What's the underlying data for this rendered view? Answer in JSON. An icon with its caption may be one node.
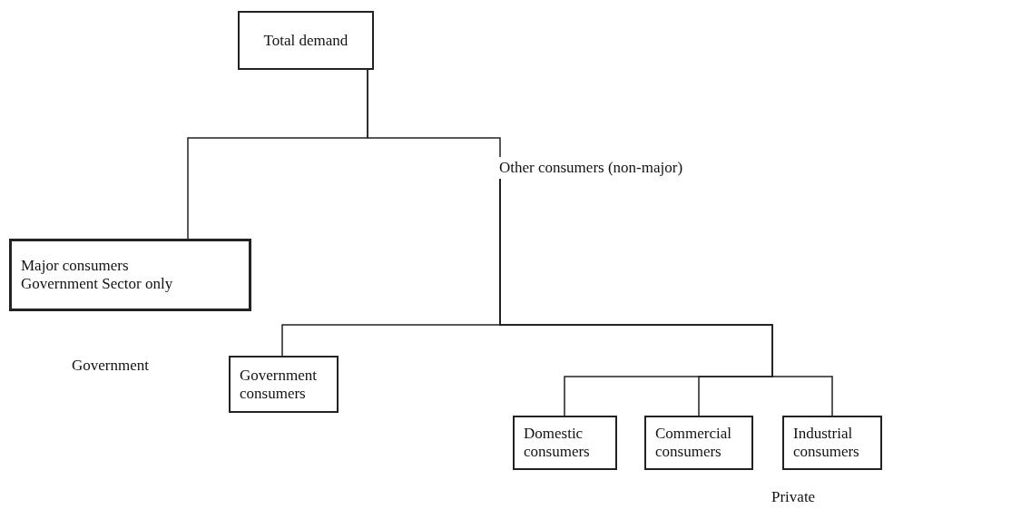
{
  "diagram": {
    "nodes": [
      {
        "text": [
          "Total demand"
        ]
      },
      {
        "text": [
          "Major consumers",
          "Government Sector only"
        ]
      },
      {
        "text": [
          "Other consumers (non-major)"
        ]
      },
      {
        "text": [
          "Government consumers"
        ]
      },
      {
        "text": [
          "Domestic consumers"
        ]
      },
      {
        "text": [
          "Commercial consumers"
        ]
      },
      {
        "text": [
          "Industrial consumers"
        ]
      }
    ],
    "edges": [
      {
        "from": 0,
        "to": 1,
        "arrow": "none"
      },
      {
        "from": 0,
        "to": 2,
        "arrow": "none"
      },
      {
        "from": 2,
        "to": 3,
        "arrow": "none"
      },
      {
        "from": 2,
        "to": 4,
        "arrow": "none"
      },
      {
        "from": 2,
        "to": 5,
        "arrow": "none"
      },
      {
        "from": 2,
        "to": 6,
        "arrow": "none"
      }
    ],
    "labels": [
      "Government",
      "Private"
    ]
  }
}
